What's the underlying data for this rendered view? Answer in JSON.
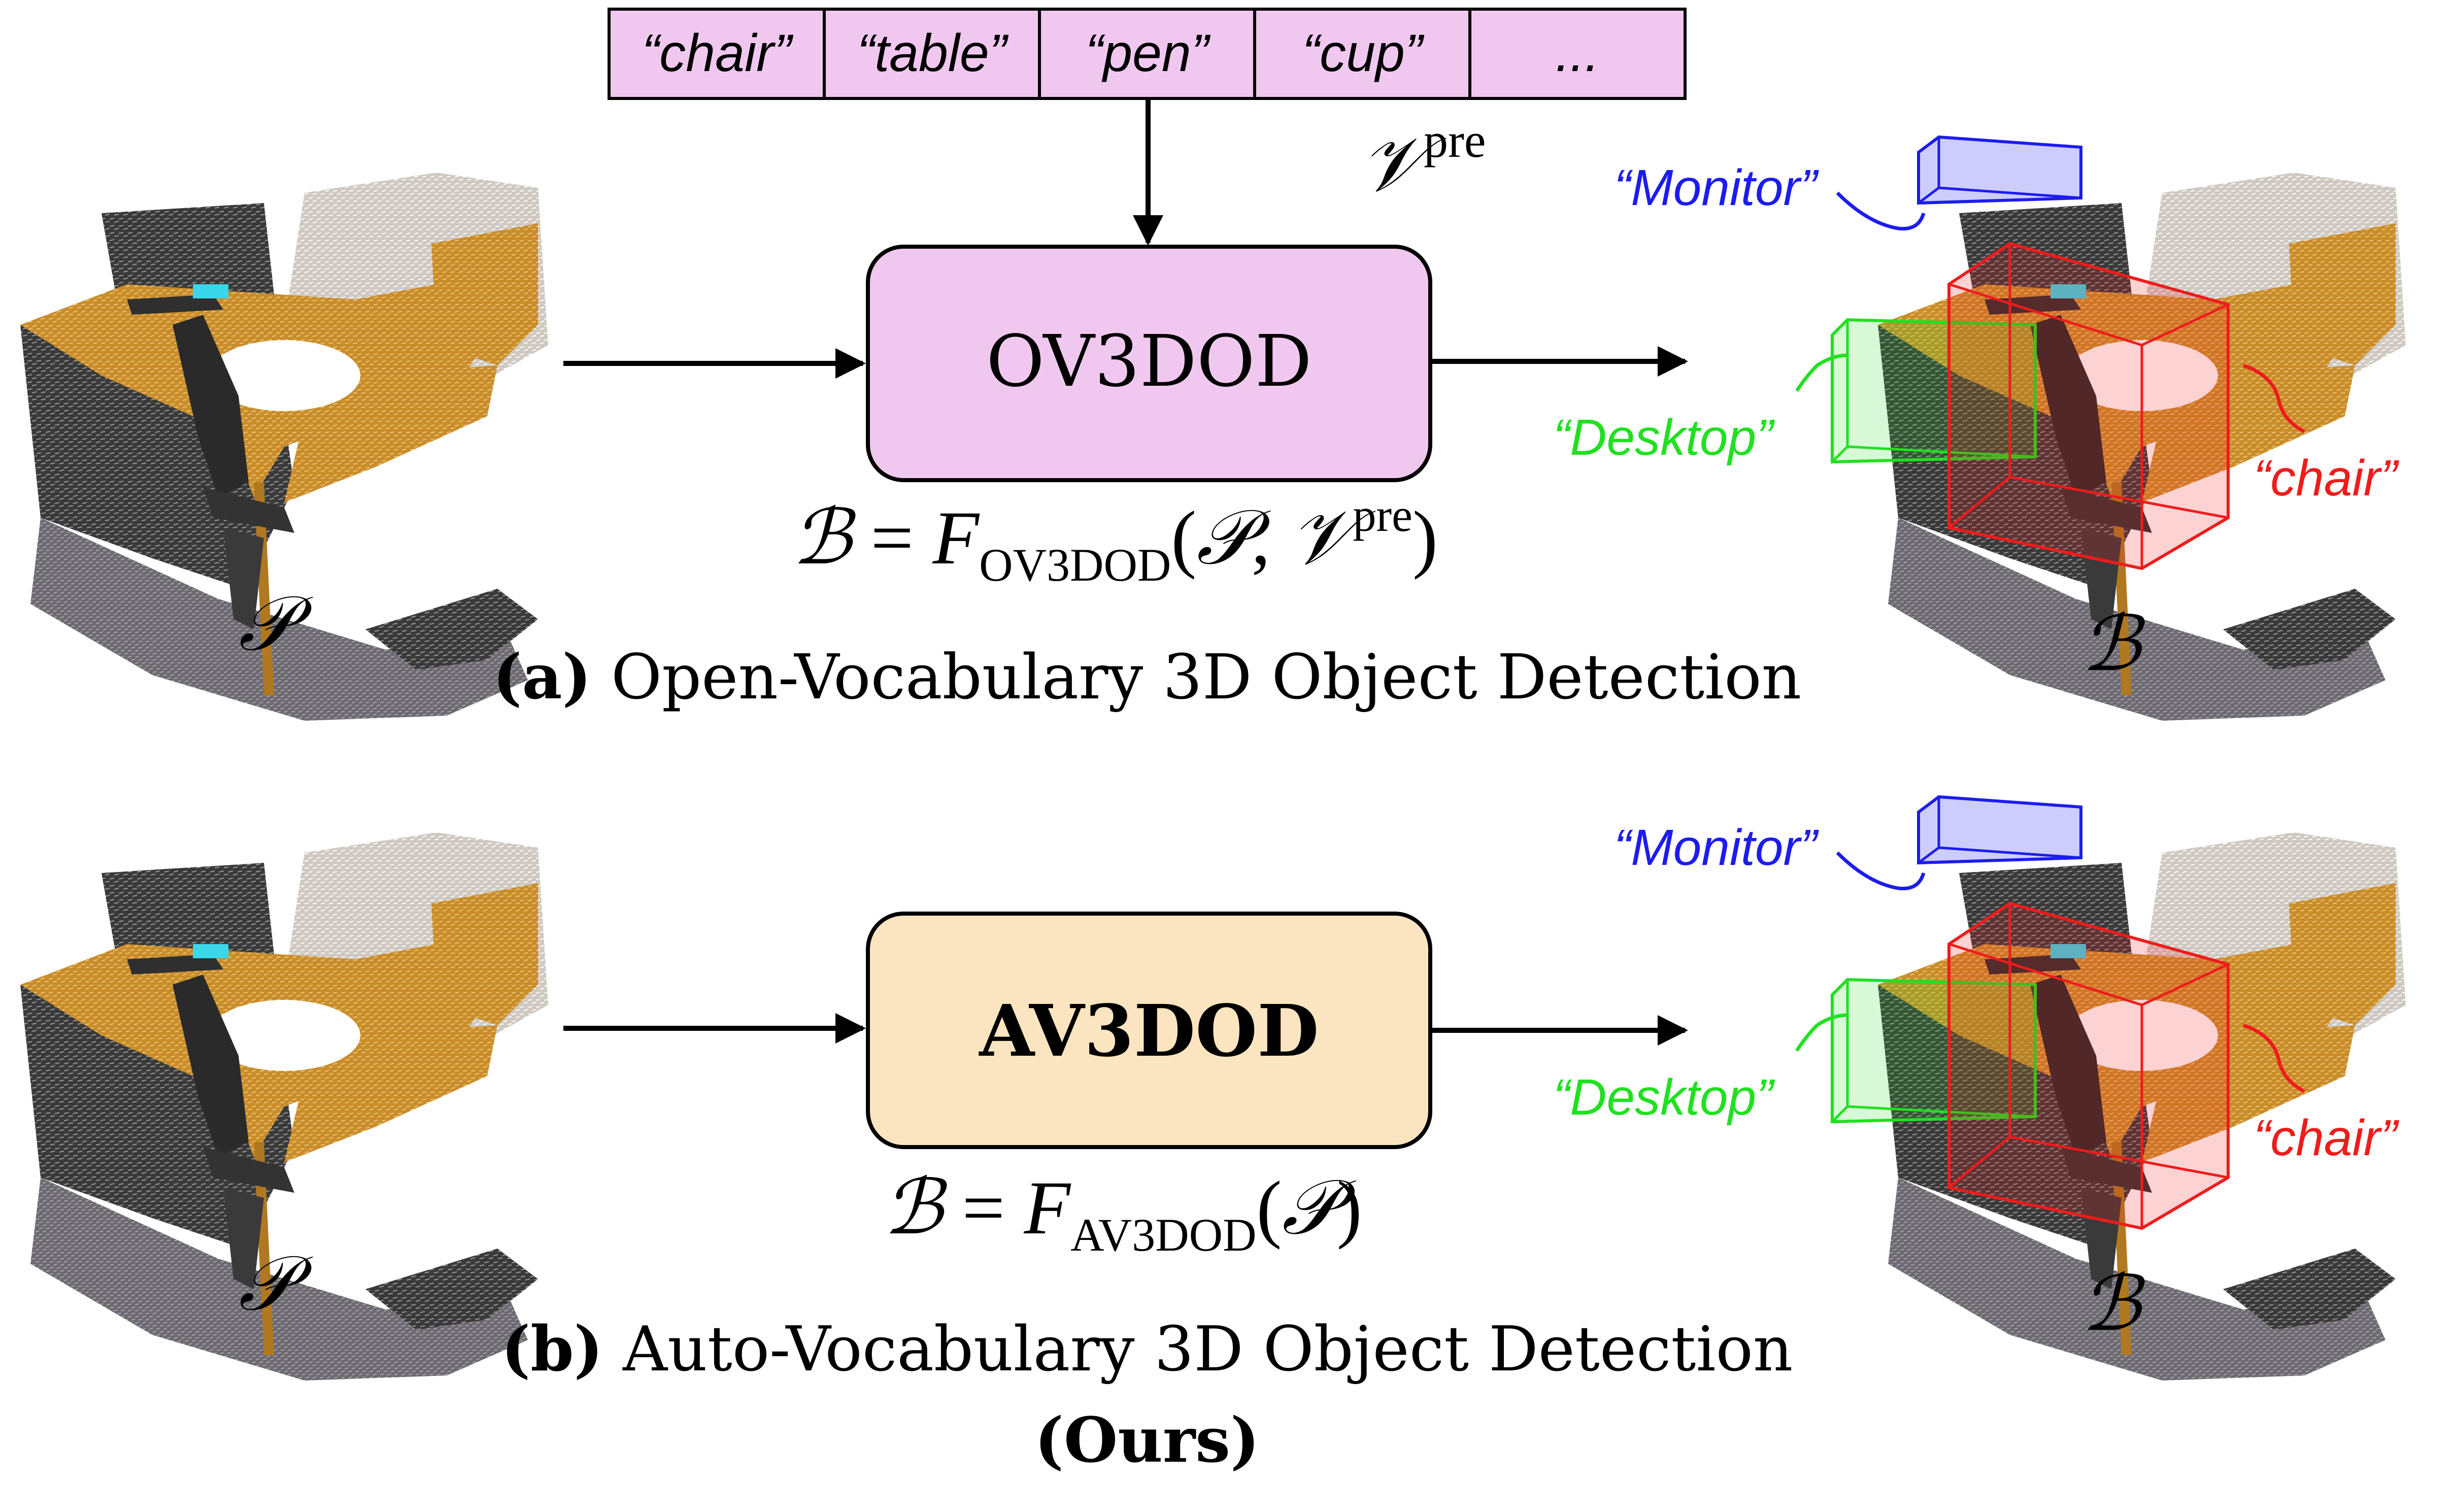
{
  "vocab_list": {
    "items": [
      "“chair”",
      "“table”",
      "“pen”",
      "“cup”",
      "..."
    ],
    "fill": "#f0c8ef",
    "symbol": {
      "base": "𝒱",
      "sup": "pre"
    }
  },
  "panel_a": {
    "caption_bold": "(a)",
    "caption_text": " Open-Vocabulary 3D Object Detection",
    "box_label": "OV3DOD",
    "box_fill": "#f0c8ef",
    "input_symbol": "𝒫",
    "output_symbol": "ℬ",
    "equation": {
      "lhs": "ℬ",
      "eq": " = ",
      "fn": "F",
      "sub": "OV3DOD",
      "open": "(",
      "arg1": "𝒫",
      "comma": ", ",
      "arg2": "𝒱",
      "arg2_sup": "pre",
      "close": ")"
    },
    "labels": {
      "monitor": "“Monitor”",
      "desktop": "“Desktop”",
      "chair": "“chair”"
    }
  },
  "panel_b": {
    "caption_bold": "(b)",
    "caption_text": " Auto-Vocabulary 3D Object Detection",
    "caption_line2": "(Ours)",
    "box_label": "AV3DOD",
    "box_fill": "#fbe5c0",
    "input_symbol": "𝒫",
    "output_symbol": "ℬ",
    "equation": {
      "lhs": "ℬ",
      "eq": " = ",
      "fn": "F",
      "sub": "AV3DOD",
      "open": "(",
      "arg1": "𝒫",
      "close": ")"
    },
    "labels": {
      "monitor": "“Monitor”",
      "desktop": "“Desktop”",
      "chair": "“chair”"
    }
  },
  "colors": {
    "monitor": "#1c1cee",
    "desktop": "#21e021",
    "chair": "#ee1c1c",
    "desk_wood": "#c8902c",
    "scan_dark": "#3c3c3c",
    "floor": "#6e6a72"
  }
}
